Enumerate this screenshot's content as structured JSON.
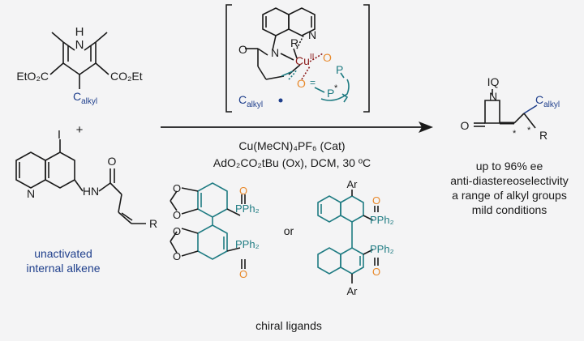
{
  "colors": {
    "black": "#1a1a1a",
    "teal": "#1e7b82",
    "orange": "#e8892b",
    "navy": "#1f3f8c",
    "dark_red": "#8b1a1a",
    "background": "#f4f4f5"
  },
  "dhp": {
    "nh": "H",
    "n": "N",
    "left_ester": "EtO₂C",
    "right_ester": "CO₂Et",
    "radical": "C",
    "radical_sub": "alkyl"
  },
  "plus": "+",
  "substrate": {
    "iodo": "I",
    "n_ring": "N",
    "hn": "HN",
    "carbonyl_o": "O",
    "r": "R",
    "caption_line1": "unactivated",
    "caption_line2": "internal alkene"
  },
  "intermediate": {
    "o_acyl": "O",
    "n_amide": "N",
    "n_quin": "N",
    "r": "R",
    "cu": "Cu",
    "cu_ox": "II",
    "o1": "O",
    "o2": "O",
    "p1": "P",
    "p2": "P",
    "star": "*",
    "radical": "C",
    "radical_sub": "alkyl"
  },
  "conditions": {
    "line1": "Cu(MeCN)₄PF₆ (Cat)",
    "line2": "AdO₂CO₂tBu (Ox), DCM, 30 ºC"
  },
  "ligands": {
    "or": "or",
    "caption": "chiral ligands",
    "p_o": "O",
    "pph2": "PPh₂",
    "ar": "Ar",
    "o": "O"
  },
  "product": {
    "iq": "IQ",
    "n": "N",
    "o": "O",
    "r": "R",
    "star": "*",
    "c": "C",
    "c_sub": "alkyl"
  },
  "results": {
    "line1": "up to 96% ee",
    "line2": "anti-diastereoselectivity",
    "line3": "a range of alkyl groups",
    "line4": "mild conditions"
  }
}
